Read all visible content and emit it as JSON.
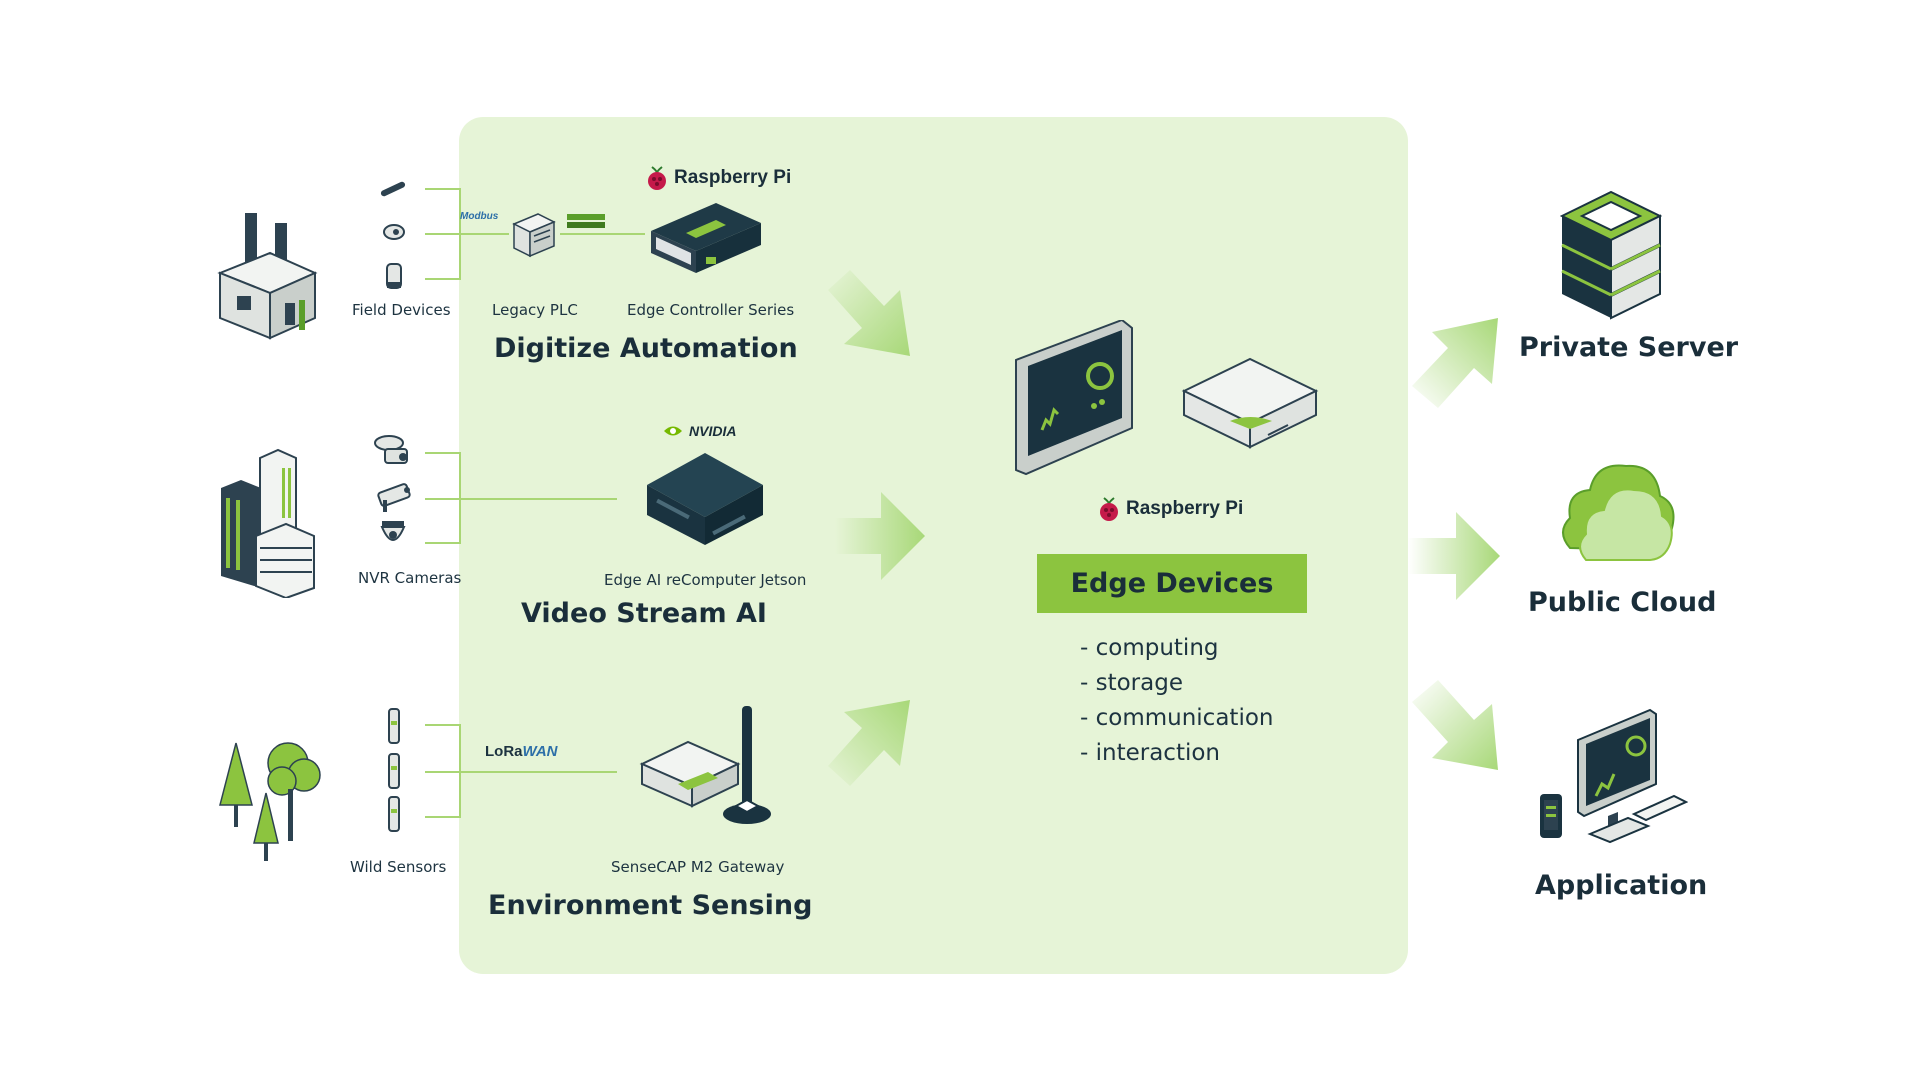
{
  "colors": {
    "panel": "#e6f4d7",
    "accent": "#8cc43f",
    "dark": "#1d3340"
  },
  "rows": [
    {
      "source_icon": "factory-icon",
      "source_label": "Field Devices",
      "protocol_label": "Modbus",
      "device1_label": "Legacy PLC",
      "brand": "Raspberry Pi",
      "device2_label": "Edge Controller Series",
      "title": "Digitize Automation"
    },
    {
      "source_icon": "buildings-icon",
      "source_label": "NVR Cameras",
      "brand": "NVIDIA",
      "device2_label": "Edge AI reComputer Jetson",
      "title": "Video Stream AI"
    },
    {
      "source_icon": "trees-icon",
      "source_label": "Wild Sensors",
      "protocol_label_a": "LoRa",
      "protocol_label_b": "WAN",
      "device2_label": "SenseCAP M2 Gateway",
      "title": "Environment Sensing"
    }
  ],
  "edge": {
    "brand": "Raspberry Pi",
    "title": "Edge Devices",
    "features": [
      "- computing",
      "- storage",
      "- communication",
      "- interaction"
    ]
  },
  "destinations": [
    {
      "icon": "server-icon",
      "label": "Private Server"
    },
    {
      "icon": "cloud-icon",
      "label": "Public Cloud"
    },
    {
      "icon": "computer-icon",
      "label": "Application"
    }
  ]
}
